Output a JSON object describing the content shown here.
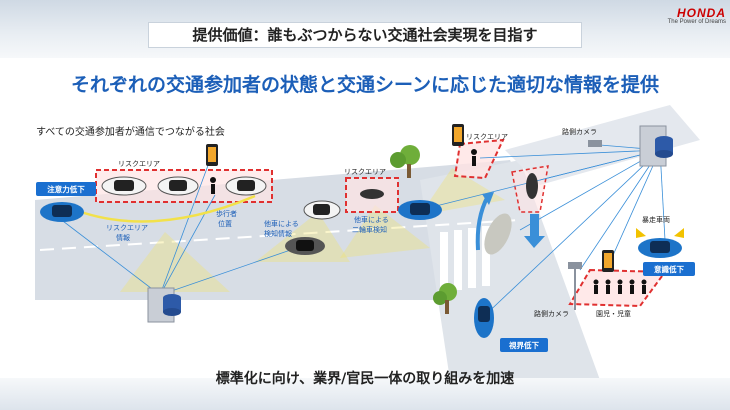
{
  "header": {
    "title": "提供価値：誰もぶつからない交通社会実現を目指す"
  },
  "logo": {
    "name": "HONDA",
    "tagline": "The Power of Dreams"
  },
  "subtitle": "それぞれの交通参加者の状態と交通シーンに応じた適切な情報を提供",
  "caption": "すべての交通参加者が通信でつながる社会",
  "diagram": {
    "labels": {
      "risk_area_left": "リスクエリア",
      "risk_area_mid": "リスクエリア",
      "risk_area_top": "リスクエリア",
      "roadside_camera_top": "路側カメラ",
      "roadside_camera_bottom": "路側カメラ",
      "reckless_vehicle": "暴走車両",
      "kindergarten_children": "園児・児童",
      "risk_area_info_line1": "リスクエリア",
      "risk_area_info_line2": "情報",
      "pedestrian_pos_line1": "歩行者",
      "pedestrian_pos_line2": "位置",
      "detect_info_line1": "他車による",
      "detect_info_line2": "検知情報",
      "bike_detect_line1": "他車による",
      "bike_detect_line2": "二輪車検知"
    },
    "badges": {
      "attention_low": "注意力低下",
      "awareness_low": "意識低下",
      "visibility_low": "視界低下"
    }
  },
  "footer": "標準化に向け、業界/官民一体の取り組みを加速",
  "colors": {
    "accent_blue": "#1c5fb8",
    "risk_red": "#e03030",
    "badge_blue": "#1a6fd0",
    "road": "#d7dde5"
  }
}
